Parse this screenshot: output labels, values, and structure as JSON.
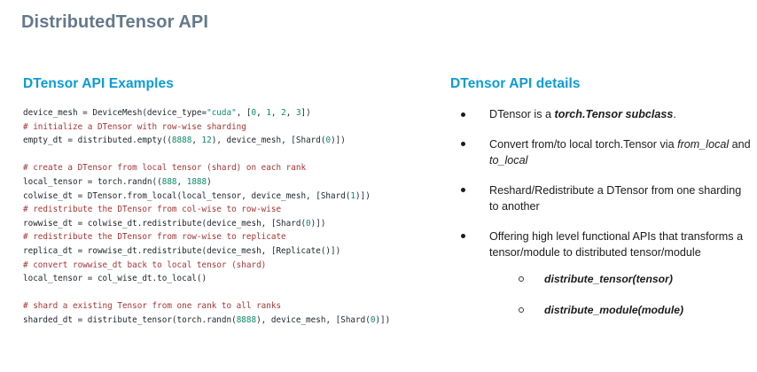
{
  "slide": {
    "title": "DistributedTensor API",
    "colors": {
      "title": "#64798c",
      "heading_accent": "#0c9bd6",
      "code_text": "#20272e",
      "code_comment": "#a63535",
      "code_string": "#0b8a6a",
      "code_number": "#0b8a6a",
      "body_text": "#1c1c1c",
      "background": "#ffffff"
    }
  },
  "left": {
    "heading": "DTensor API Examples",
    "code_blocks": [
      {
        "lines": [
          [
            {
              "t": "device_mesh = DeviceMesh(device_type=",
              "k": "plain"
            },
            {
              "t": "\"cuda\"",
              "k": "string"
            },
            {
              "t": ", [",
              "k": "plain"
            },
            {
              "t": "0",
              "k": "number"
            },
            {
              "t": ", ",
              "k": "plain"
            },
            {
              "t": "1",
              "k": "number"
            },
            {
              "t": ", ",
              "k": "plain"
            },
            {
              "t": "2",
              "k": "number"
            },
            {
              "t": ", ",
              "k": "plain"
            },
            {
              "t": "3",
              "k": "number"
            },
            {
              "t": "])",
              "k": "plain"
            }
          ],
          [
            {
              "t": "# initialize a DTensor with row-wise sharding",
              "k": "comment"
            }
          ],
          [
            {
              "t": "empty_dt = distributed.empty((",
              "k": "plain"
            },
            {
              "t": "8888",
              "k": "number"
            },
            {
              "t": ", ",
              "k": "plain"
            },
            {
              "t": "12",
              "k": "number"
            },
            {
              "t": "), device_mesh, [Shard(",
              "k": "plain"
            },
            {
              "t": "0",
              "k": "number"
            },
            {
              "t": ")])",
              "k": "plain"
            }
          ]
        ]
      },
      {
        "lines": [
          [
            {
              "t": "# create a DTensor from local tensor (shard) on each rank",
              "k": "comment"
            }
          ],
          [
            {
              "t": "local_tensor = torch.randn((",
              "k": "plain"
            },
            {
              "t": "888",
              "k": "number"
            },
            {
              "t": ", ",
              "k": "plain"
            },
            {
              "t": "1888",
              "k": "number"
            },
            {
              "t": ")",
              "k": "plain"
            }
          ],
          [
            {
              "t": "colwise_dt = DTensor.from_local(local_tensor, device_mesh, [Shard(",
              "k": "plain"
            },
            {
              "t": "1",
              "k": "number"
            },
            {
              "t": ")])",
              "k": "plain"
            }
          ],
          [
            {
              "t": "# redistribute the DTensor from col-wise to row-wise",
              "k": "comment"
            }
          ],
          [
            {
              "t": "rowwise_dt = colwise_dt.redistribute(device_mesh, [Shard(",
              "k": "plain"
            },
            {
              "t": "0",
              "k": "number"
            },
            {
              "t": ")])",
              "k": "plain"
            }
          ],
          [
            {
              "t": "# redistribute the DTensor from row-wise to replicate",
              "k": "comment"
            }
          ],
          [
            {
              "t": "replica_dt = rowwise_dt.redistribute(device_mesh, [Replicate()])",
              "k": "plain"
            }
          ],
          [
            {
              "t": "# convert rowwise_dt back to local tensor (shard)",
              "k": "comment"
            }
          ],
          [
            {
              "t": "local_tensor = col_wise_dt.to_local()",
              "k": "plain"
            }
          ]
        ]
      },
      {
        "lines": [
          [
            {
              "t": "# shard a existing Tensor from one rank to all ranks",
              "k": "comment"
            }
          ],
          [
            {
              "t": "sharded_dt = distribute_tensor(torch.randn(",
              "k": "plain"
            },
            {
              "t": "8888",
              "k": "number"
            },
            {
              "t": "), device_mesh, [Shard(",
              "k": "plain"
            },
            {
              "t": "0",
              "k": "number"
            },
            {
              "t": ")])",
              "k": "plain"
            }
          ]
        ]
      }
    ]
  },
  "right": {
    "heading": "DTensor API details",
    "bullets": [
      {
        "parts": [
          {
            "t": "DTensor is a ",
            "k": "plain"
          },
          {
            "t": "torch.Tensor subclass",
            "k": "bold-italic"
          },
          {
            "t": ".",
            "k": "plain"
          }
        ]
      },
      {
        "parts": [
          {
            "t": "Convert from/to local torch.Tensor via ",
            "k": "plain"
          },
          {
            "t": "from_local",
            "k": "italic"
          },
          {
            "t": " and ",
            "k": "plain"
          },
          {
            "t": "to_local",
            "k": "italic"
          }
        ]
      },
      {
        "parts": [
          {
            "t": "Reshard/Redistribute a DTensor from one sharding to another",
            "k": "plain"
          }
        ]
      },
      {
        "parts": [
          {
            "t": "Offering high level functional APIs that transforms a tensor/module to distributed tensor/module",
            "k": "plain"
          }
        ],
        "sub_items": [
          "distribute_tensor(tensor)",
          "distribute_module(module)"
        ]
      }
    ]
  }
}
